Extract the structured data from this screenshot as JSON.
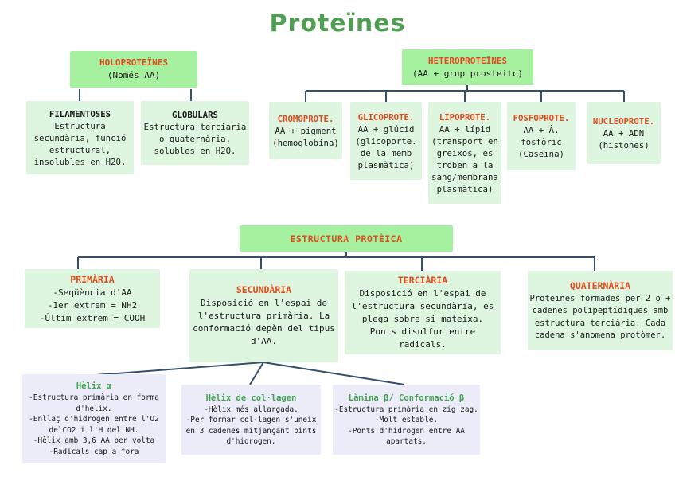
{
  "title": "Proteïnes",
  "colors": {
    "title_green": "#4f9e52",
    "bright_green": "#a6f1a0",
    "pale_green": "#def6e0",
    "lavender": "#ebecf8",
    "orange_heading": "#e04b1d",
    "green_heading": "#3ea34f",
    "connector_line": "#34506e",
    "text": "#1a1a1a"
  },
  "nodes": {
    "holo": {
      "title": "HOLOPROTEÏNES",
      "subtitle": "(Només AA)"
    },
    "hetero": {
      "title": "HETEROPROTEÏNES",
      "subtitle": "(AA + grup prosteitc)"
    },
    "filamentoses": {
      "title": "FILAMENTOSES",
      "body": "Estructura secundària, funció estructural, insolubles en H2O."
    },
    "globulars": {
      "title": "GLOBULARS",
      "body": "Estructura terciària o quaternària, solubles en H2O."
    },
    "cromo": {
      "title": "CROMOPROTE.",
      "body": "AA + pigment (hemoglobina)"
    },
    "glico": {
      "title": "GLICOPROTE.",
      "body": "AA + glúcid (glicoporte. de la memb plasmàtica)"
    },
    "lipo": {
      "title": "LIPOPROTE.",
      "body": "AA + lípid (transport en greixos, es troben a la sang/membrana plasmàtica)"
    },
    "fosfo": {
      "title": "FOSFOPROTE.",
      "body": "AA + À. fosfòric (Caseïna)"
    },
    "nucleo": {
      "title": "NUCLEOPROTE.",
      "body": "AA + ADN (histones)"
    },
    "estructura": {
      "title": "ESTRUCTURA PROTÈICA"
    },
    "primaria": {
      "title": "PRIMÀRIA",
      "lines": [
        "-Seqüència d'AA",
        "-1er extrem = NH2",
        "-Últim extrem = COOH"
      ]
    },
    "secundaria": {
      "title": "SECUNDÀRIA",
      "body": "Disposició en l'espai de l'estructura primària. La conformació depèn del tipus d'AA."
    },
    "terciaria": {
      "title": "TERCIÀRIA",
      "body": "Disposició en l'espai de l'estructura secundària, es plega sobre si mateixa. Ponts disulfur entre radicals."
    },
    "quaternaria": {
      "title": "QUATERNÀRIA",
      "body": "Proteïnes formades per 2 o + cadenes polipeptídiques amb estructura terciària. Cada cadena s'anomena protòmer."
    },
    "helix_alfa": {
      "title": "Hèlix α",
      "lines": [
        "-Estructura primària en forma d'hèlix.",
        "-Enllaç d'hidrogen entre l'O2 delCO2 i l'H del NH.",
        "-Hèlix amb 3,6 AA per volta",
        "-Radicals cap a fora"
      ]
    },
    "helix_collagen": {
      "title": "Hèlix de col·lagen",
      "lines": [
        "-Hèlix més allargada.",
        "-Per formar col·lagen s'uneix en 3 cadenes mitjançant pints d'hidrogen."
      ]
    },
    "lamina_beta": {
      "title": "Làmina β/ Conformació β",
      "lines": [
        "-Estructura primària en zig zag.",
        "-Molt estable.",
        "-Ponts d'hidrogen entre AA apartats."
      ]
    }
  }
}
